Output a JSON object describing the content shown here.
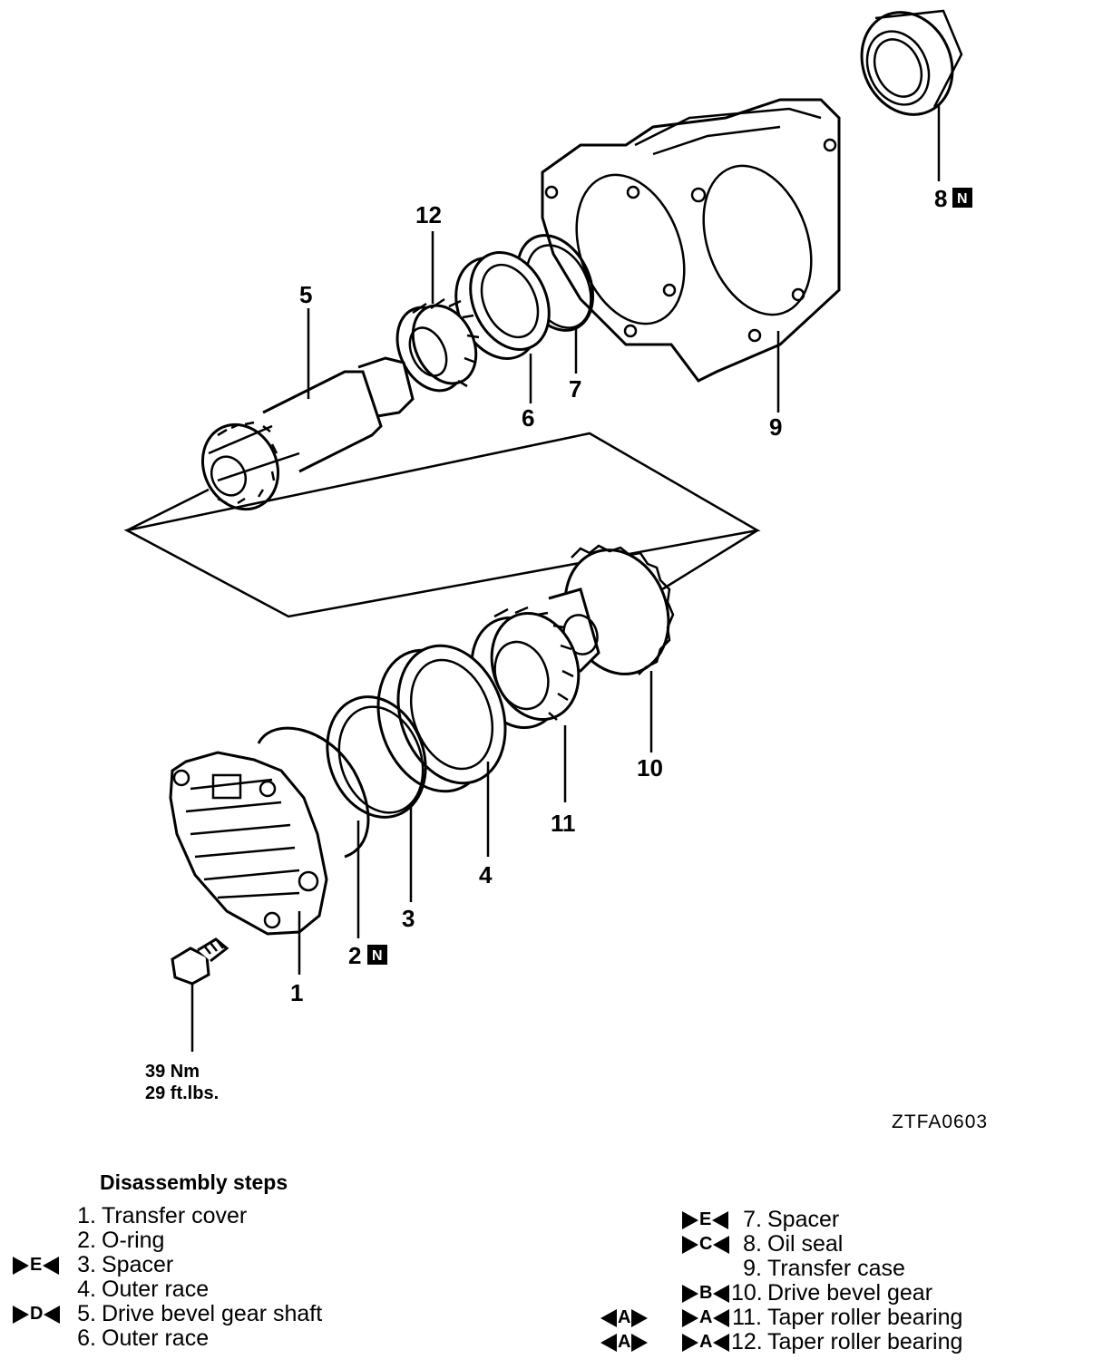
{
  "callouts": {
    "c1": "1",
    "c2": "2",
    "c3": "3",
    "c4": "4",
    "c5": "5",
    "c6": "6",
    "c7": "7",
    "c8": "8",
    "c9": "9",
    "c10": "10",
    "c11": "11",
    "c12": "12",
    "n_marker": "N"
  },
  "torque": {
    "nm": "39 Nm",
    "ftlbs": "29 ft.lbs."
  },
  "figure_id": "ZTFA0603",
  "steps": {
    "title": "Disassembly steps",
    "items": [
      {
        "num": "1.",
        "label": "Transfer cover",
        "pre_mark": "",
        "post_mark": ""
      },
      {
        "num": "2.",
        "label": "O-ring",
        "pre_mark": "",
        "post_mark": ""
      },
      {
        "num": "3.",
        "label": "Spacer",
        "pre_mark": "",
        "post_mark": "E"
      },
      {
        "num": "4.",
        "label": "Outer race",
        "pre_mark": "",
        "post_mark": ""
      },
      {
        "num": "5.",
        "label": "Drive bevel gear shaft",
        "pre_mark": "",
        "post_mark": "D"
      },
      {
        "num": "6.",
        "label": "Outer race",
        "pre_mark": "",
        "post_mark": ""
      },
      {
        "num": "7.",
        "label": "Spacer",
        "pre_mark": "",
        "post_mark": "E"
      },
      {
        "num": "8.",
        "label": "Oil seal",
        "pre_mark": "",
        "post_mark": "C"
      },
      {
        "num": "9.",
        "label": "Transfer case",
        "pre_mark": "",
        "post_mark": ""
      },
      {
        "num": "10.",
        "label": "Drive bevel gear",
        "pre_mark": "",
        "post_mark": "B"
      },
      {
        "num": "11.",
        "label": "Taper roller bearing",
        "pre_mark": "A",
        "post_mark": "A"
      },
      {
        "num": "12.",
        "label": "Taper roller bearing",
        "pre_mark": "A",
        "post_mark": "A"
      }
    ]
  }
}
